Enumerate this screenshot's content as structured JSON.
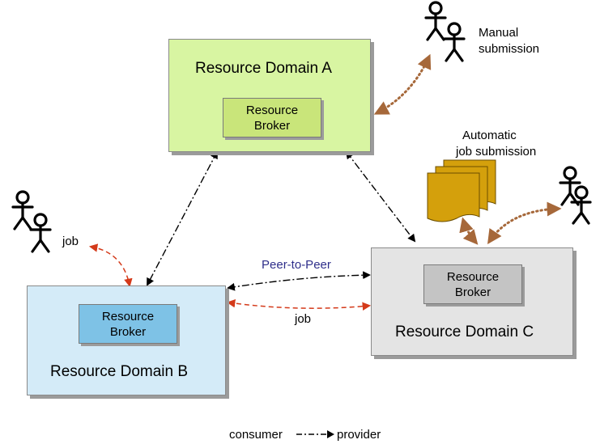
{
  "domains": {
    "a": {
      "title": "Resource Domain A",
      "color": "#d8f5a2"
    },
    "b": {
      "title": "Resource Domain B",
      "color": "#d4ebf8"
    },
    "c": {
      "title": "Resource Domain C",
      "color": "#e4e4e4"
    }
  },
  "brokers": {
    "a": {
      "line1": "Resource",
      "line2": "Broker",
      "color": "#c9e57a"
    },
    "b": {
      "line1": "Resource",
      "line2": "Broker",
      "color": "#7ec2e6"
    },
    "c": {
      "line1": "Resource",
      "line2": "Broker",
      "color": "#c4c4c4"
    }
  },
  "labels": {
    "manual_submission_1": "Manual",
    "manual_submission_2": "submission",
    "automatic_submission_1": "Automatic",
    "automatic_submission_2": "job submission",
    "job_left": "job",
    "job_bottom": "job",
    "peer_to_peer": "Peer-to-Peer"
  },
  "legend": {
    "consumer": "consumer",
    "provider": "provider"
  },
  "icons": {
    "users": "users-icon",
    "documents": "document-stack-icon"
  },
  "colors": {
    "job_arrow": "#d43a1a",
    "user_link": "#a6683a",
    "peer_arrow": "#000000",
    "peer_label": "#2e2e8a",
    "document": "#d4a00c"
  }
}
